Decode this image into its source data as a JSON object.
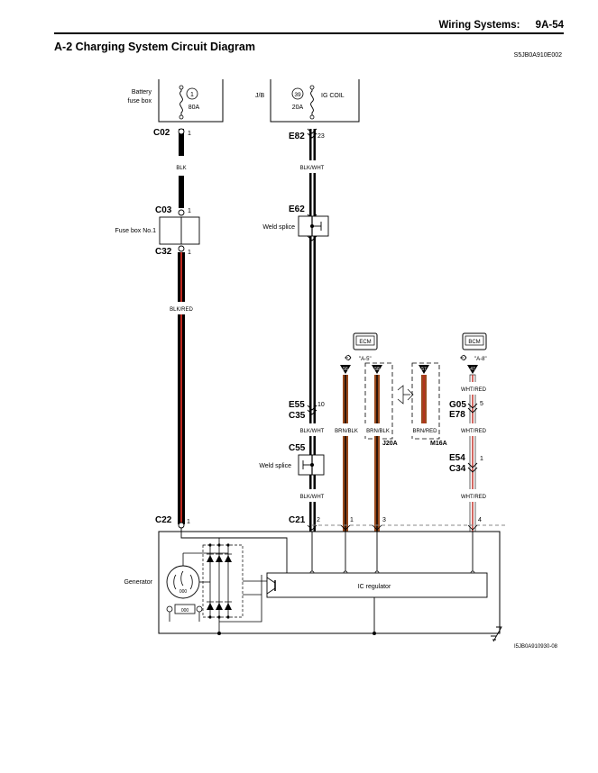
{
  "header": {
    "section": "Wiring Systems:",
    "page": "9A-54"
  },
  "title": "A-2 Charging System Circuit Diagram",
  "doc_code": "S5JB0A910E002",
  "fig_code": "I5JB0A910930-08",
  "components": {
    "battery_fuse_box": "Battery\nfuse box",
    "jb": "J/B",
    "ig_coil": "IG COIL",
    "fuse1_num": "1",
    "fuse1_rating": "80A",
    "fuse39_num": "39",
    "fuse39_rating": "20A",
    "fuse_box_no1": "Fuse box No.1",
    "weld_splice": "Weld splice",
    "generator": "Generator",
    "ic_regulator": "IC regulator",
    "ecm": "ECM",
    "bcm": "BCM",
    "ecm_ref": "\"A-5\"",
    "bcm_ref": "\"A-8\"",
    "j20a": "J20A",
    "m16a": "M16A"
  },
  "connectors": [
    {
      "id": "C02",
      "pin": "1"
    },
    {
      "id": "C03",
      "pin": "1"
    },
    {
      "id": "C32",
      "pin": "1"
    },
    {
      "id": "C22",
      "pin": "1"
    },
    {
      "id": "E82",
      "pin": "23"
    },
    {
      "id": "E62",
      "pin": ""
    },
    {
      "id": "E55",
      "pin": "10"
    },
    {
      "id": "C35",
      "pin": ""
    },
    {
      "id": "C55",
      "pin": ""
    },
    {
      "id": "C21",
      "pin": "2"
    },
    {
      "id": "G05",
      "pin": "5"
    },
    {
      "id": "E78",
      "pin": ""
    },
    {
      "id": "E54",
      "pin": "1"
    },
    {
      "id": "C34",
      "pin": ""
    }
  ],
  "pins": {
    "ecm1": "56",
    "ecm2": "58",
    "ecm3": "57",
    "bcm": "47",
    "c21_p1": "1",
    "c21_p3": "3",
    "c21_p4": "4"
  },
  "wires": {
    "blk": "BLK",
    "blk_red": "BLK/RED",
    "blk_wht_top": "BLK/WHT",
    "blk_wht_mid": "BLK/WHT",
    "blk_wht_low": "BLK/WHT",
    "brn_blk_1": "BRN/BLK",
    "brn_blk_2": "BRN/BLK",
    "brn_red": "BRN/RED",
    "wht_red_1": "WHT/RED",
    "wht_red_2": "WHT/RED",
    "wht_red_3": "WHT/RED"
  },
  "colors": {
    "black": "#000000",
    "red": "#c0281e",
    "brown": "#9a4a1c",
    "white_red": "#c0281e"
  }
}
